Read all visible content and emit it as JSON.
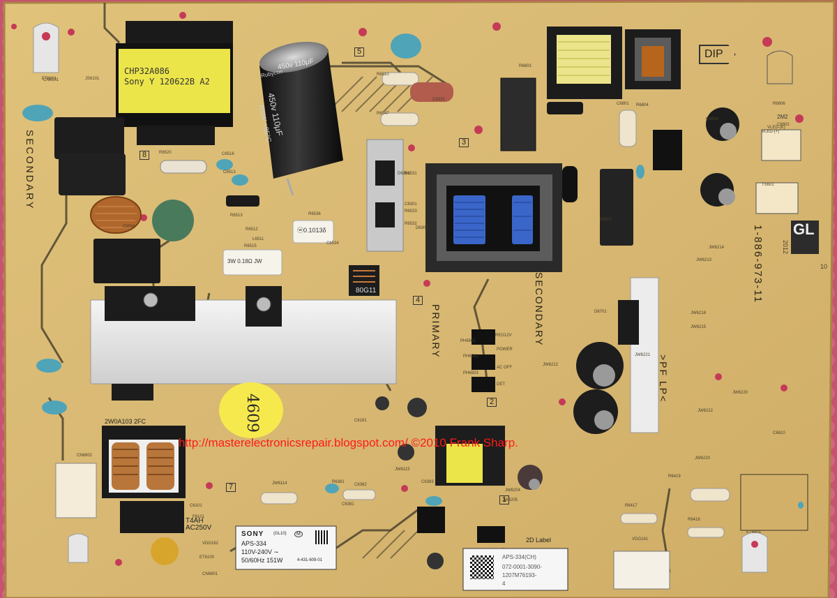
{
  "image": {
    "watermark": "http://masterelectronicsrepair.blogspot.com/ ©2010 Frank Sharp.",
    "colors": {
      "background": "#c9566f",
      "pcb": "#d8b873",
      "pcb_edge": "#b89250",
      "trace": "#3a3426",
      "watermark": "#ff1a1a",
      "heatsink": "#e6e6e6",
      "sticker": "#f5e94a"
    }
  },
  "board": {
    "board_number": "1-886-973-11",
    "region_badge": "GL",
    "year": "2012",
    "badge_suffix": "10",
    "labels": {
      "secondary_left": "SECONDARY",
      "primary": "PRIMARY",
      "secondary_center": "SECONDARY",
      "dip": "DIP",
      "two_d_label": "2D Label",
      "pf_lp": ">PF LP<",
      "regions": [
        "5",
        "3",
        "4",
        "2",
        "1",
        "7",
        "8"
      ]
    },
    "components": {
      "transformer_main": {
        "line1": "CHP32A086",
        "line2": "Sony Y 120622B A2"
      },
      "cap_big": {
        "line1": "450v 110μF",
        "line2": "RSW +85°C",
        "brand": "Rubycon"
      },
      "cap_small_a": "450v 110μF",
      "resistor_white_1": "ⓦ0.1013δ",
      "resistor_white_2": "3W 0.18Ω JW",
      "common_mode": "80G11",
      "fuse": {
        "line1": "T4AH",
        "line2": "AC250V"
      },
      "choke_label": "2W0A103 2FC",
      "handwritten_sticker": "4609",
      "cap_label_2": "2M2"
    },
    "sony_label": {
      "brand": "SONY",
      "region": "(GL10)",
      "mark": "M",
      "model": "APS-334",
      "voltage": "110V-240V ∼",
      "freq_power": "50/60Hz 151W",
      "part": "4-431-609-01"
    },
    "second_label": {
      "model": "APS-334(CH)",
      "serial": "072-0001-3090-",
      "date": "1207M76193-",
      "suffix": "4"
    },
    "silkscreen": [
      "ET6001",
      "R6520",
      "C6516",
      "C6513",
      "R6536",
      "R6513",
      "R6512",
      "C6594",
      "L6511",
      "R6515",
      "C6534",
      "R6510",
      "R6547",
      "C6333",
      "D6301",
      "R6531",
      "R6533",
      "R6532",
      "C6301",
      "D6302",
      "R6803",
      "C6801",
      "D6802",
      "R6804",
      "R6806",
      "C6802",
      "C6804",
      "JW6214",
      "JW6213",
      "JW6218",
      "JW6215",
      "JW6221",
      "JW6222",
      "JW6212",
      "JW6220",
      "JW6220",
      "C6810",
      "PH6501",
      "PH6502",
      "PH6503",
      "REG12V",
      "POWER",
      "AC OFF",
      "DET",
      "D6701",
      "C6101",
      "F6101",
      "C6181",
      "JW6115",
      "JW6114",
      "R6381",
      "C6382",
      "C6383",
      "C6381",
      "JW6205",
      "JW6204",
      "R6419",
      "R6417",
      "R6418",
      "VDG161",
      "VDG162",
      "ET6100",
      "ET6801",
      "JS6101",
      "CN6101",
      "CN6801",
      "CN6802",
      "VLED-(K)",
      "VLED-(+)",
      "TS601"
    ]
  }
}
